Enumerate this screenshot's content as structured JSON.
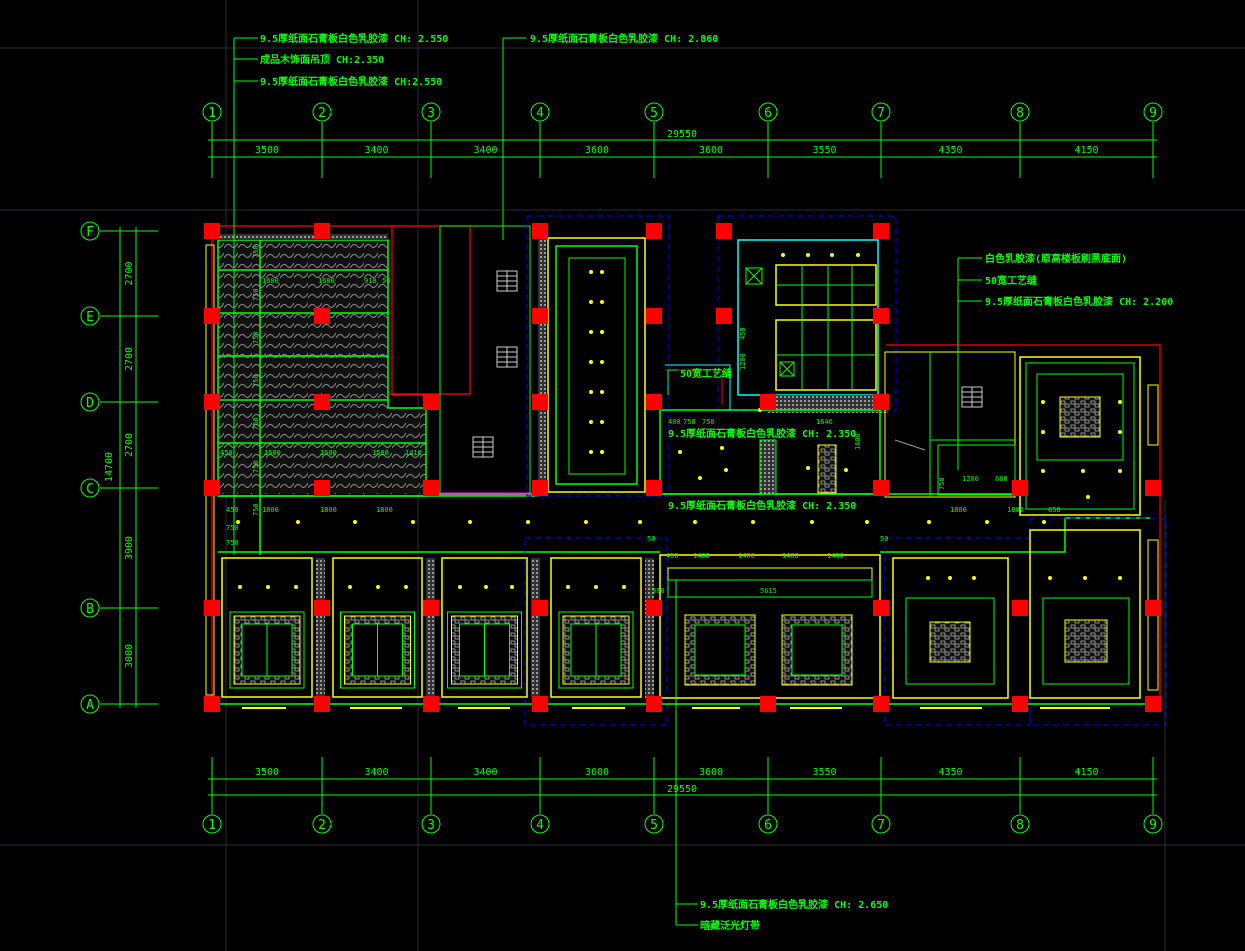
{
  "drawing": {
    "type": "ceiling plan",
    "colors": {
      "background": "#000000",
      "line": "#00ff00",
      "wall": "#ffff00",
      "column": "#ff0000",
      "hidden": "#0000ff",
      "accent": "#ff00ff",
      "cyan": "#00ffff",
      "grid": "#2a2a33"
    },
    "column_axes": [
      "1",
      "2",
      "3",
      "4",
      "5",
      "6",
      "7",
      "8",
      "9"
    ],
    "row_axes": [
      "A",
      "B",
      "C",
      "D",
      "E",
      "F"
    ],
    "top_dims": [
      "3500",
      "3400",
      "3400",
      "3600",
      "3600",
      "3550",
      "4350",
      "4150"
    ],
    "top_total": "29550",
    "bottom_dims": [
      "3500",
      "3400",
      "3400",
      "3600",
      "3600",
      "3550",
      "4350",
      "4150"
    ],
    "bottom_total": "29550",
    "left_dims": [
      "3000",
      "3900",
      "2700",
      "2700",
      "2700"
    ],
    "left_total": "14700",
    "annotations": {
      "top_left_1": "9.5厚纸面石膏板白色乳胶漆 CH: 2.550",
      "top_left_2": "成品木饰面吊顶 CH:2.350",
      "top_left_3": "9.5厚纸面石膏板白色乳胶漆 CH:2.550",
      "top_mid": "9.5厚纸面石膏板白色乳胶漆 CH: 2.860",
      "right_1": "白色乳胶漆(原高楼板刷黑底面)",
      "right_2": "50宽工艺缝",
      "right_3": "9.5厚纸面石膏板白色乳胶漆 CH: 2.200",
      "mid_slot": "50宽工艺缝",
      "mid_room": "9.5厚纸面石膏板白色乳胶漆 CH: 2.350",
      "corridor": "9.5厚纸面石膏板白色乳胶漆 CH: 2.350",
      "bottom_1": "9.5厚纸面石膏板白色乳胶漆 CH: 2.650",
      "bottom_2": "暗藏泛光灯带"
    },
    "room_dims": {
      "left_top": [
        "1600",
        "1600",
        "910",
        "50"
      ],
      "left_bottom": [
        "450",
        "1600",
        "1600",
        "1580",
        "1410"
      ],
      "left_vertical": [
        "750",
        "750",
        "750",
        "750",
        "750",
        "750",
        "750"
      ],
      "corridor_left": [
        "450",
        "1800",
        "1800",
        "1800"
      ],
      "corridor_right": [
        "1800",
        "1800",
        "658"
      ],
      "corridor_small": [
        "750",
        "750"
      ],
      "mid_room": [
        "400",
        "750",
        "750"
      ],
      "mid_room_right": "1646",
      "mid_room_vert": "1600",
      "bottom_mid": [
        "450",
        "1400",
        "1400",
        "1400",
        "1400"
      ],
      "bottom_mid_total": "5615",
      "bottom_mid_marks": [
        "50",
        "50",
        "300"
      ],
      "right_corr": [
        "1200",
        "660"
      ],
      "right_corr_vert": "750",
      "top_room_vert": [
        "450",
        "1200"
      ]
    }
  }
}
